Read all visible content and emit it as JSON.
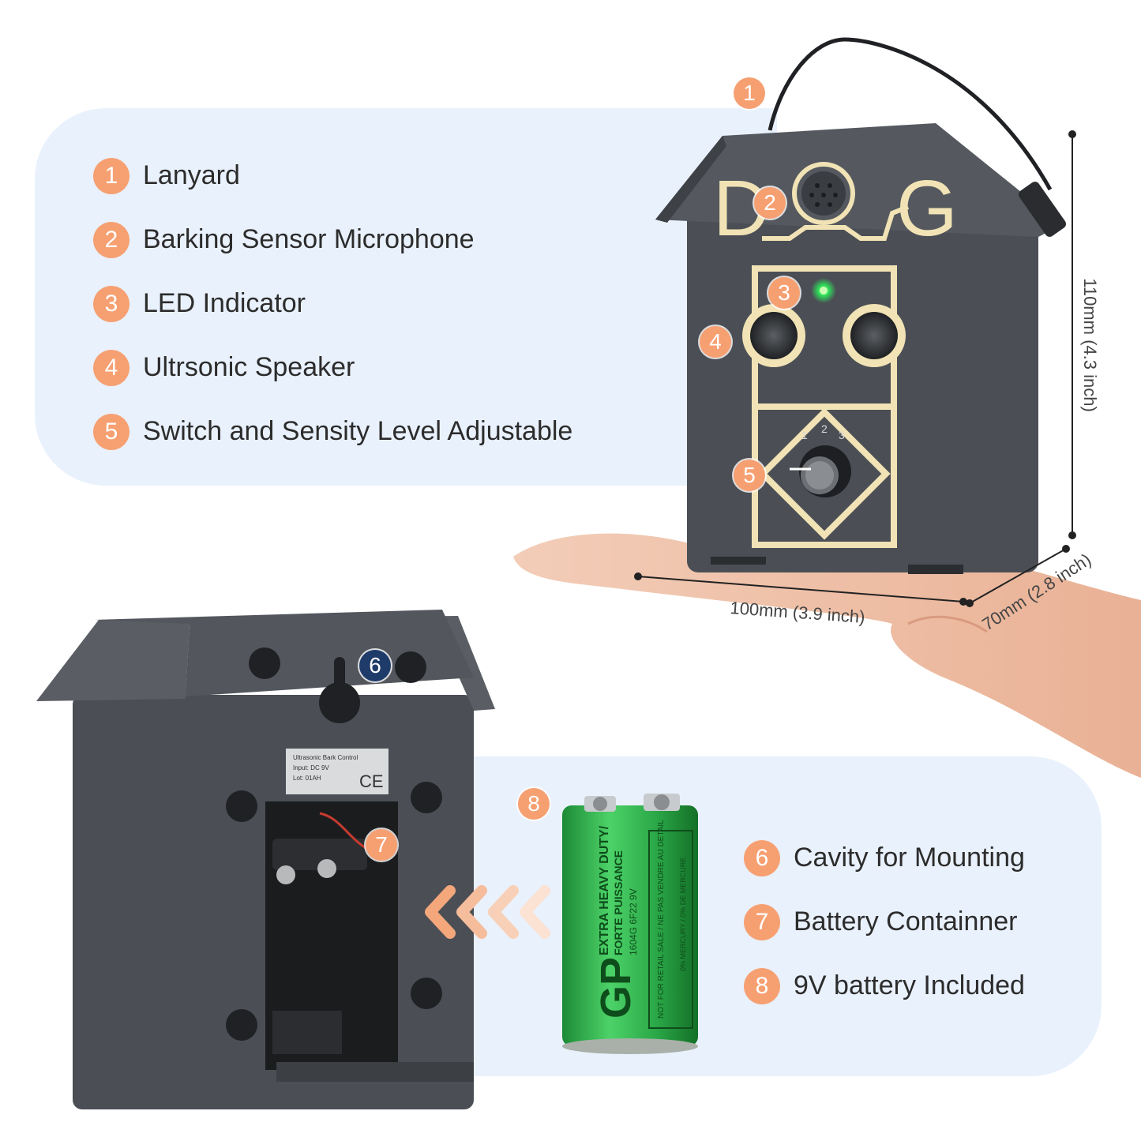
{
  "features_top": [
    {
      "num": "1",
      "label": "Lanyard"
    },
    {
      "num": "2",
      "label": "Barking Sensor Microphone"
    },
    {
      "num": "3",
      "label": "LED Indicator"
    },
    {
      "num": "4",
      "label": "Ultrsonic Speaker"
    },
    {
      "num": "5",
      "label": "Switch and Sensity Level Adjustable"
    }
  ],
  "features_bottom": [
    {
      "num": "6",
      "label": "Cavity for Mounting"
    },
    {
      "num": "7",
      "label": "Battery Containner"
    },
    {
      "num": "8",
      "label": "9V battery Included"
    }
  ],
  "callouts": [
    "1",
    "2",
    "3",
    "4",
    "5",
    "6",
    "7",
    "8"
  ],
  "dimensions": {
    "height": "110mm (4.3 inch)",
    "width": "100mm (3.9 inch)",
    "depth": "70mm (2.8 inch)"
  },
  "device": {
    "logo_left": "D",
    "logo_right": "G",
    "dial_marks": [
      "1",
      "2",
      "3"
    ],
    "back_label_lines": [
      "Ultrasonic Bark Control",
      "Input: DC 9V",
      "Lot: 01AH"
    ],
    "back_label_marks": "CE"
  },
  "battery": {
    "brand": "GP",
    "line1": "EXTRA HEAVY DUTY/",
    "line2": "FORTE PUISSANCE",
    "line3": "1604G  6F22  9V",
    "side1": "NOT FOR RETAIL SALE / NE PAS VENDRE AU DETAIL",
    "side2": "0% MERCURY / 0% DE MERCURE"
  },
  "colors": {
    "panel": "#e9f1fc",
    "badge": "#f6a072",
    "badge_dark": "#1f3b6a",
    "device_body": "#4b4f55",
    "logo_gold": "#f1e3b5",
    "battery_green": "#2fa84a"
  }
}
